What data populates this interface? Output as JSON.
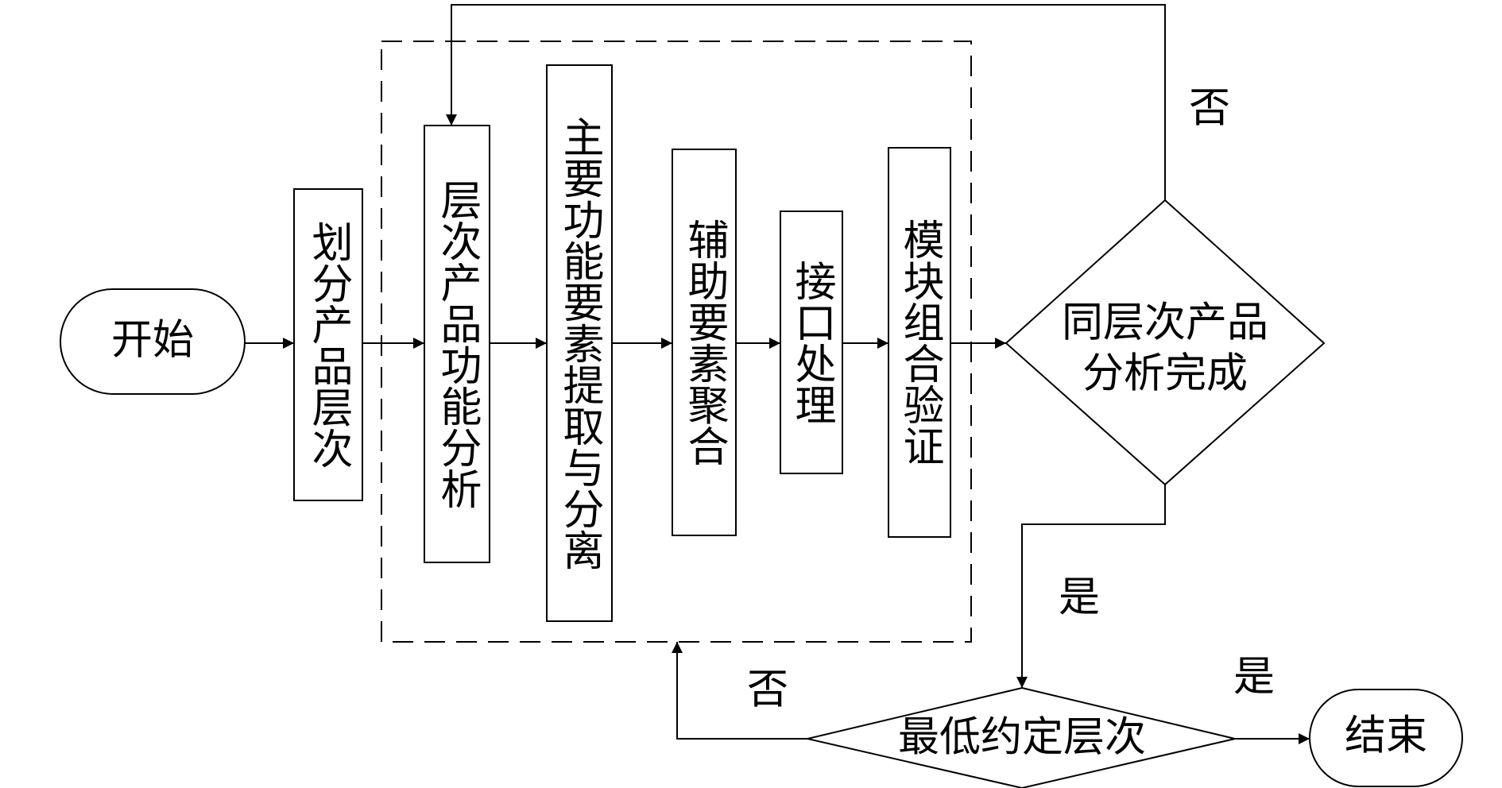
{
  "nodes": {
    "start": "开始",
    "divide": "划分产品层次",
    "function_analysis": "层次产品功能分析",
    "main_extract": "主要功能要素提取与分离",
    "aux_aggregate": "辅助要素聚合",
    "interface": "接口处理",
    "module_verify": "模块组合验证",
    "same_level_done_line1": "同层次产品",
    "same_level_done_line2": "分析完成",
    "lowest_level": "最低约定层次",
    "end": "结束"
  },
  "edge_labels": {
    "same_level_no": "否",
    "same_level_yes": "是",
    "lowest_no": "否",
    "lowest_yes": "是"
  }
}
